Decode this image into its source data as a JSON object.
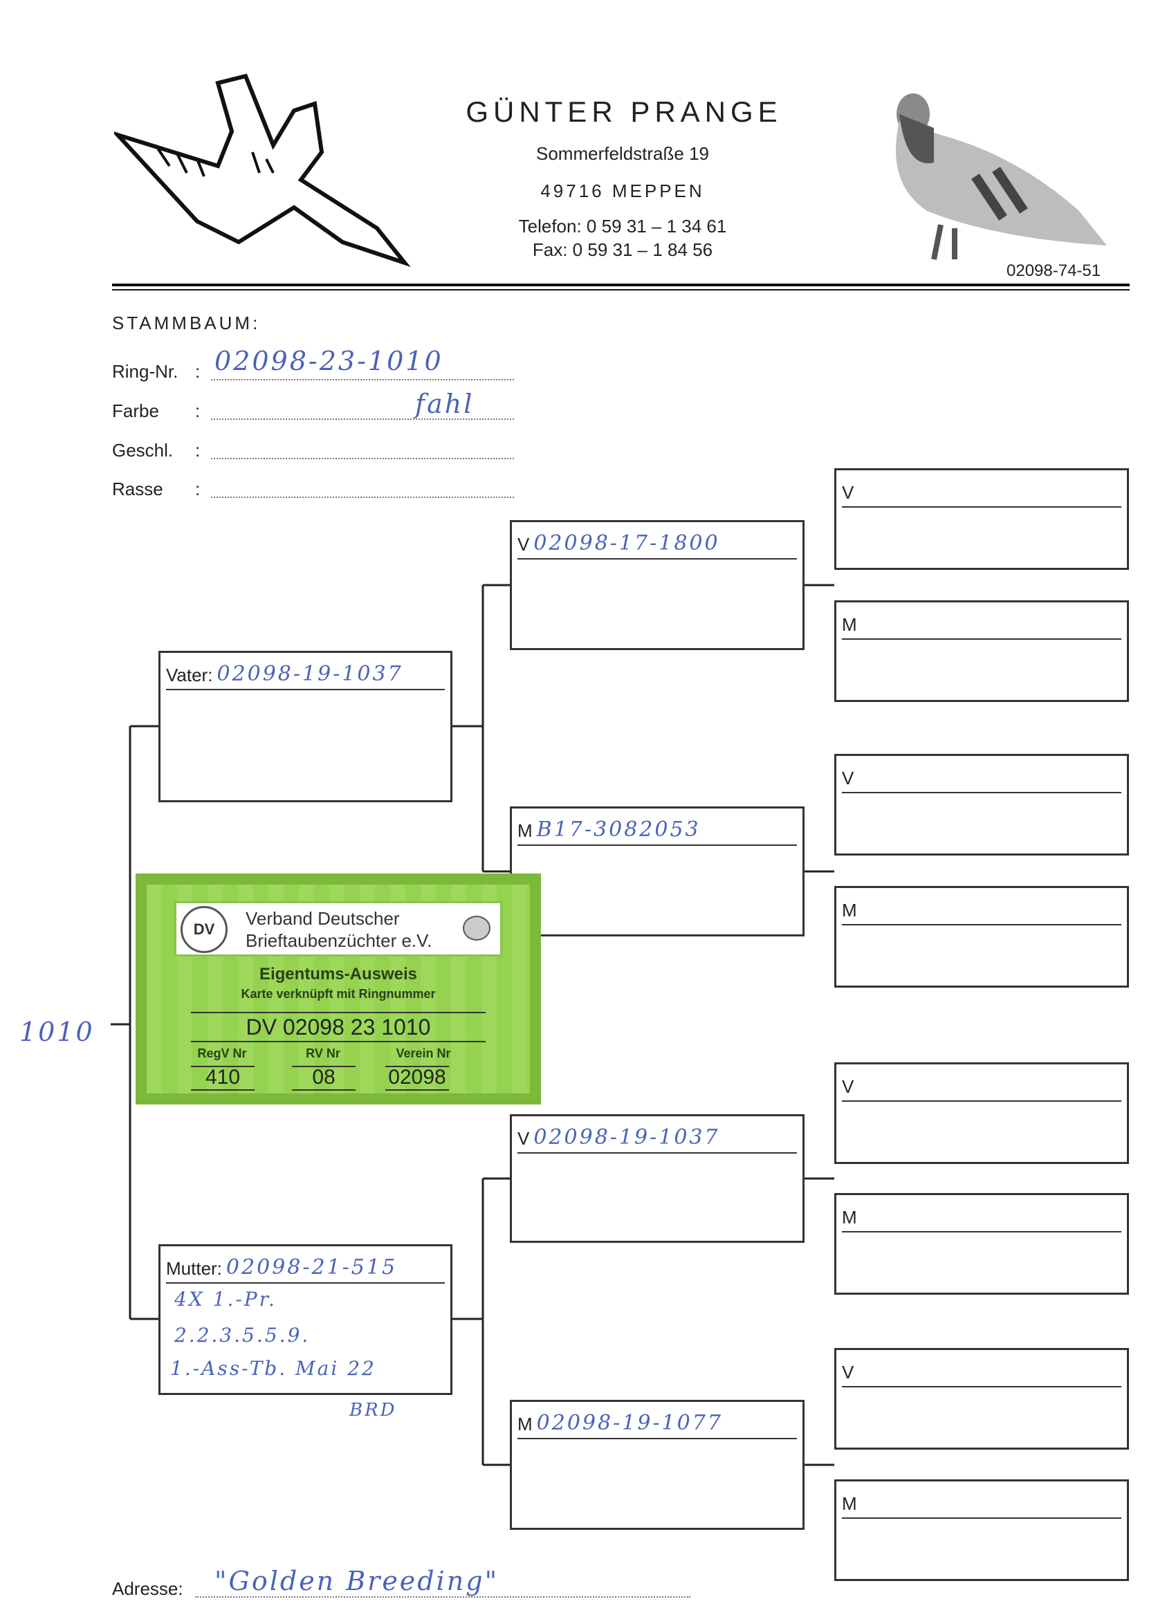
{
  "header": {
    "name": "GÜNTER PRANGE",
    "street": "Sommerfeldstraße 19",
    "city": "49716 MEPPEN",
    "phone": "Telefon: 0 59 31 – 1 34 61",
    "fax": "Fax: 0 59 31 – 1 84 56",
    "pigeon_ring": "02098-74-51"
  },
  "form": {
    "title": "STAMMBAUM:",
    "fields": [
      {
        "label": "Ring-Nr.",
        "value": "02098-23-1010"
      },
      {
        "label": "Farbe",
        "value": "fahl"
      },
      {
        "label": "Geschl.",
        "value": ""
      },
      {
        "label": "Rasse",
        "value": ""
      }
    ],
    "colon": ":",
    "side_note": "1010",
    "address_label": "Adresse:",
    "address_value": "\"Golden Breeding\""
  },
  "parents": {
    "father": {
      "label": "Vater:",
      "value": "02098-19-1037"
    },
    "mother": {
      "label": "Mutter:",
      "value": "02098-21-515",
      "notes": [
        "4X 1.-Pr.",
        "2.2.3.5.5.9.",
        "1.-Ass-Tb. Mai 22"
      ],
      "extra": "BRD"
    }
  },
  "grandparents": [
    {
      "label": "V",
      "value": "02098-17-1800"
    },
    {
      "label": "M",
      "value": "B17-3082053"
    },
    {
      "label": "V",
      "value": "02098-19-1037"
    },
    {
      "label": "M",
      "value": "02098-19-1077"
    }
  ],
  "great_grandparents": [
    {
      "label": "V"
    },
    {
      "label": "M"
    },
    {
      "label": "V"
    },
    {
      "label": "M"
    },
    {
      "label": "V"
    },
    {
      "label": "M"
    },
    {
      "label": "V"
    },
    {
      "label": "M"
    }
  ],
  "card": {
    "org_line1": "Verband Deutscher",
    "org_line2": "Brieftaubenzüchter e.V.",
    "seal": "DV",
    "title": "Eigentums-Ausweis",
    "subtitle": "Karte verknüpft mit Ringnummer",
    "ring": "DV 02098 23 1010",
    "regv_label": "RegV Nr",
    "regv": "410",
    "rv_label": "RV Nr",
    "rv": "08",
    "verein_label": "Verein Nr",
    "verein": "02098"
  }
}
